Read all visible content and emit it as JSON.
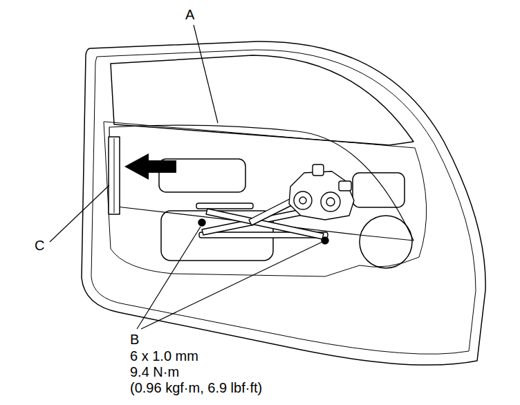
{
  "diagram": {
    "labels": [
      "A",
      "B",
      "6 x 1.0 mm",
      "9.4 N·m",
      "(0.96 kgf·m, 6.9 lbf·ft)",
      "C"
    ]
  }
}
